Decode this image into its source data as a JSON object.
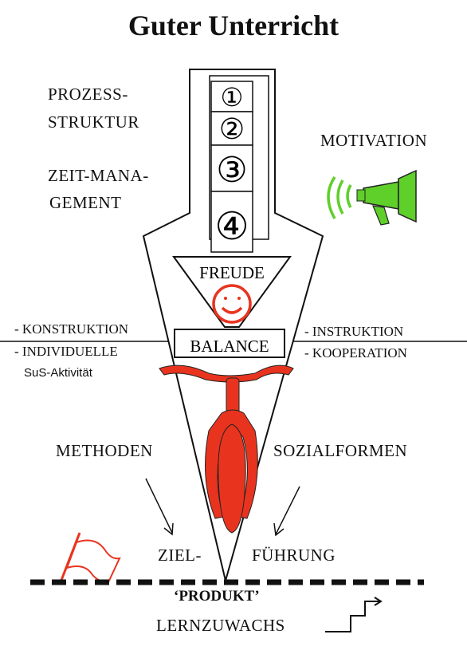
{
  "title": "Guter Unterricht",
  "left_top": [
    "PROZESS-",
    "STRUKTUR",
    "ZEIT-MANA-",
    "GEMENT"
  ],
  "motivation": "MOTIVATION",
  "steps": [
    "①",
    "②",
    "③",
    "④"
  ],
  "freude": "FREUDE",
  "balance": "BALANCE",
  "left_mid": [
    "- KONSTRUKTION",
    "- INDIVIDUELLE",
    "SuS-Aktivität"
  ],
  "right_mid": [
    "- INSTRUKTION",
    "- KOOPERATION"
  ],
  "methoden": "METHODEN",
  "sozialformen": "SOZIALFORMEN",
  "ziel": "ZIEL-",
  "fuehrung": "FÜHRUNG",
  "produkt": "‘PRODUKT’",
  "lernzuwachs": "LERNZUWACHS",
  "colors": {
    "accent_red": "#e8341f",
    "megaphone_green": "#5fcf2a",
    "ink": "#111111"
  },
  "icons": [
    "smiley-icon",
    "megaphone-icon",
    "flag-icon",
    "bicycle-icon",
    "stairs-arrow-icon"
  ]
}
